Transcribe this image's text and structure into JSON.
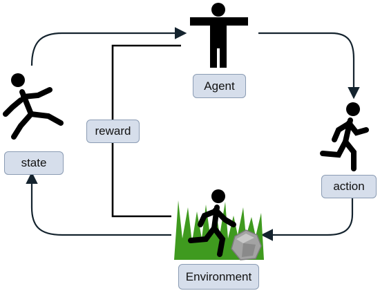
{
  "labels": {
    "agent": "Agent",
    "action": "action",
    "environment": "Environment",
    "state": "state",
    "reward": "reward"
  },
  "icons": {
    "agent": "person-arms-out-icon",
    "action": "running-person-icon",
    "environment": "running-person-in-grass-icon",
    "state": "falling-person-icon",
    "rock": "rock-icon"
  },
  "colors": {
    "label_fill": "#d6deeb",
    "label_border": "#8a9bb3",
    "arrow": "#14232e",
    "figure": "#000000",
    "grass": "#3f9a1f",
    "rock": "#9a9a9a"
  }
}
